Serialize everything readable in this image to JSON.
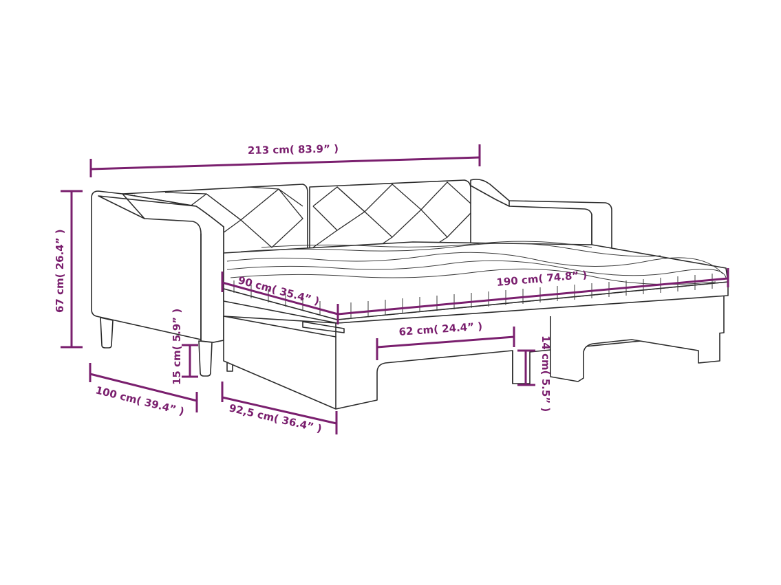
{
  "colors": {
    "dimension": "#7a1f6e",
    "outline": "#2b2b2b",
    "background": "#ffffff"
  },
  "dimensions": {
    "total_width": "213 cm( 83.9” )",
    "total_height": "67 cm( 26.4” )",
    "depth": "100 cm( 39.4” )",
    "leg_height": "15 cm( 5.9” )",
    "trundle_depth": "92,5 cm( 36.4” )",
    "mattress_width": "90 cm( 35.4” )",
    "mattress_length": "190 cm( 74.8” )",
    "trundle_inner_width": "62 cm( 24.4” )",
    "trundle_leg_height": "14 cm( 5.5” )"
  }
}
